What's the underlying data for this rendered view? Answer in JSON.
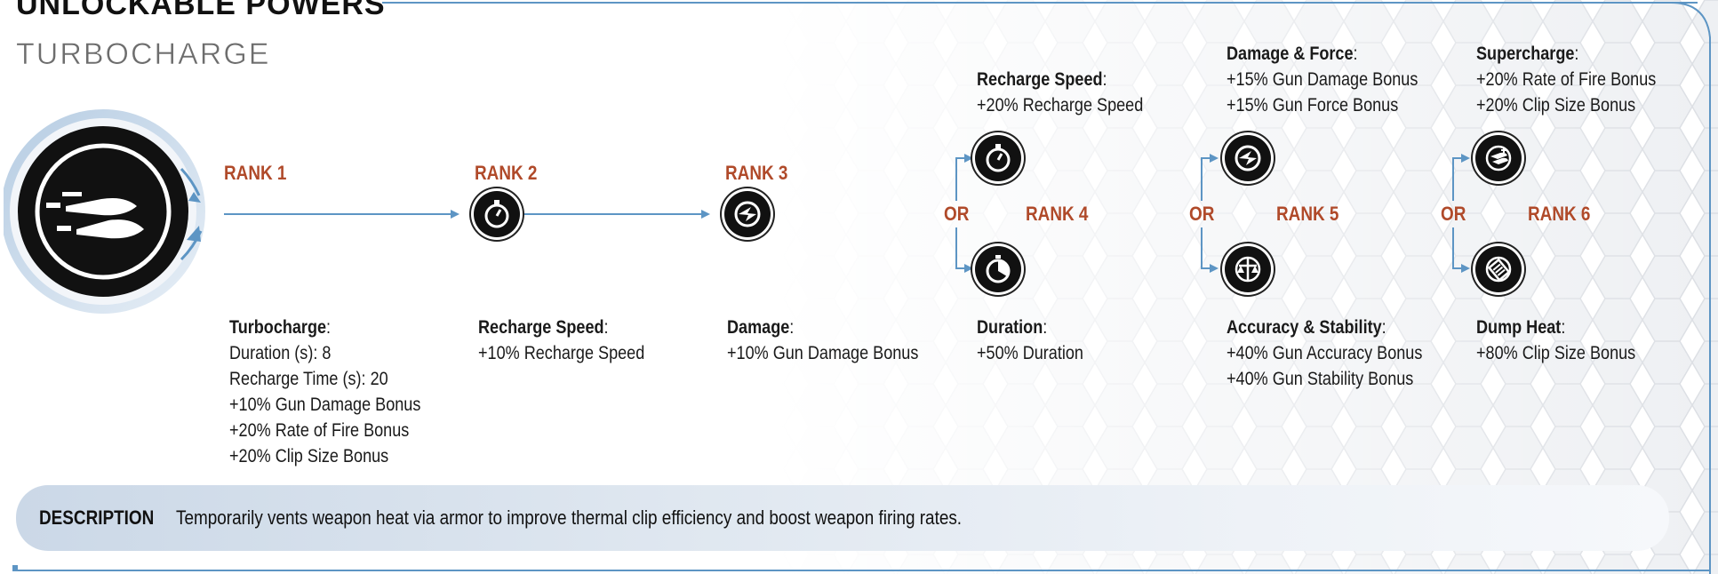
{
  "header": {
    "section_title": "UNLOCKABLE POWERS",
    "power_name": "TURBOCHARGE"
  },
  "colors": {
    "rank_accent": "#b04a2a",
    "connector": "#5d95c4",
    "icon_fill": "#111111"
  },
  "ranks": {
    "rank1": {
      "label": "RANK 1",
      "icon": "bullets-icon",
      "title": "Turbocharge",
      "lines": [
        "Duration (s): 8",
        "Recharge Time (s): 20",
        "+10% Gun Damage Bonus",
        "+20% Rate of Fire Bonus",
        "+20% Clip Size Bonus"
      ]
    },
    "rank2": {
      "label": "RANK 2",
      "icon": "stopwatch-icon",
      "title": "Recharge Speed",
      "lines": [
        "+10% Recharge Speed"
      ]
    },
    "rank3": {
      "label": "RANK 3",
      "icon": "damage-burst-icon",
      "title": "Damage",
      "lines": [
        "+10% Gun Damage Bonus"
      ]
    },
    "rank4": {
      "label": "RANK 4",
      "or_label": "OR",
      "top": {
        "icon": "stopwatch-icon",
        "title": "Recharge Speed",
        "lines": [
          "+20% Recharge Speed"
        ]
      },
      "bottom": {
        "icon": "duration-clock-icon",
        "title": "Duration",
        "lines": [
          "+50% Duration"
        ]
      }
    },
    "rank5": {
      "label": "RANK 5",
      "or_label": "OR",
      "top": {
        "icon": "damage-burst-icon",
        "title": "Damage & Force",
        "lines": [
          "+15% Gun Damage Bonus",
          "+15% Gun Force Bonus"
        ]
      },
      "bottom": {
        "icon": "crosshair-scale-icon",
        "title": "Accuracy & Stability",
        "lines": [
          "+40% Gun Accuracy Bonus",
          "+40% Gun Stability Bonus"
        ]
      }
    },
    "rank6": {
      "label": "RANK 6",
      "or_label": "OR",
      "top": {
        "icon": "supercharge-icon",
        "title": "Supercharge",
        "lines": [
          "+20% Rate of Fire Bonus",
          "+20% Clip Size Bonus"
        ]
      },
      "bottom": {
        "icon": "heat-sink-icon",
        "title": "Dump Heat",
        "lines": [
          "+80% Clip Size Bonus"
        ]
      }
    }
  },
  "description": {
    "label": "DESCRIPTION",
    "text": "Temporarily vents weapon heat via armor to improve thermal clip efficiency and boost weapon firing rates."
  }
}
